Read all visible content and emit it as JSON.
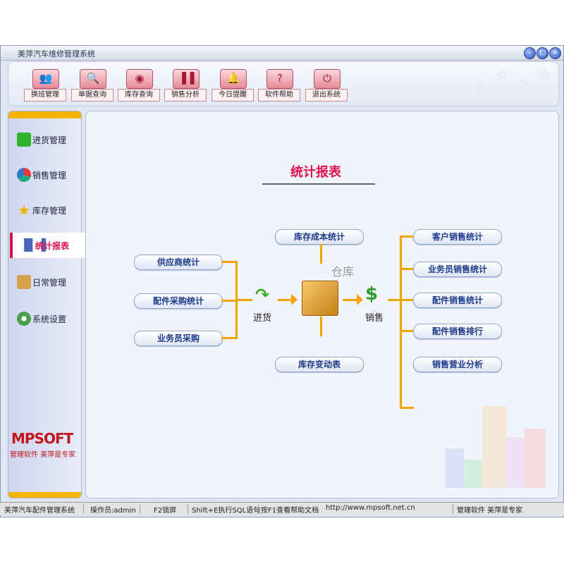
{
  "window": {
    "title": "美萍汽车维修管理系统"
  },
  "toolbar": [
    {
      "label": "换班管理"
    },
    {
      "label": "单据查询"
    },
    {
      "label": "库存查询"
    },
    {
      "label": "销售分析"
    },
    {
      "label": "今日提醒"
    },
    {
      "label": "软件帮助"
    },
    {
      "label": "退出系统"
    }
  ],
  "sidebar": [
    {
      "label": "进货管理"
    },
    {
      "label": "销售管理"
    },
    {
      "label": "库存管理"
    },
    {
      "label": "统计报表"
    },
    {
      "label": "日常管理"
    },
    {
      "label": "系统设置"
    }
  ],
  "logo": {
    "text": "MPSOFT",
    "slogan": "管理软件 美萍是专家"
  },
  "main": {
    "title": "统计报表",
    "left_items": [
      "供应商统计",
      "配件采购统计",
      "业务员采购"
    ],
    "center_top": "库存成本统计",
    "center_bottom": "库存变动表",
    "warehouse_label": "仓库",
    "purchase_label": "进货",
    "sales_label": "销售",
    "right_items": [
      "客户销售统计",
      "业务员销售统计",
      "配件销售统计",
      "配件销售排行",
      "销售营业分析"
    ]
  },
  "statusbar": {
    "app": "美萍汽车配件管理系统",
    "operator": "操作员:admin",
    "lock": "F2锁屏",
    "sql": "Shift+E执行SQL语句",
    "help": "按F1查看帮助文档",
    "url": "http://www.mpsoft.net.cn",
    "slogan": "管理软件 美萍是专家"
  },
  "colors": {
    "accent": "#f4a300",
    "title_red": "#e0104f",
    "link_blue": "#1e3a8a"
  }
}
